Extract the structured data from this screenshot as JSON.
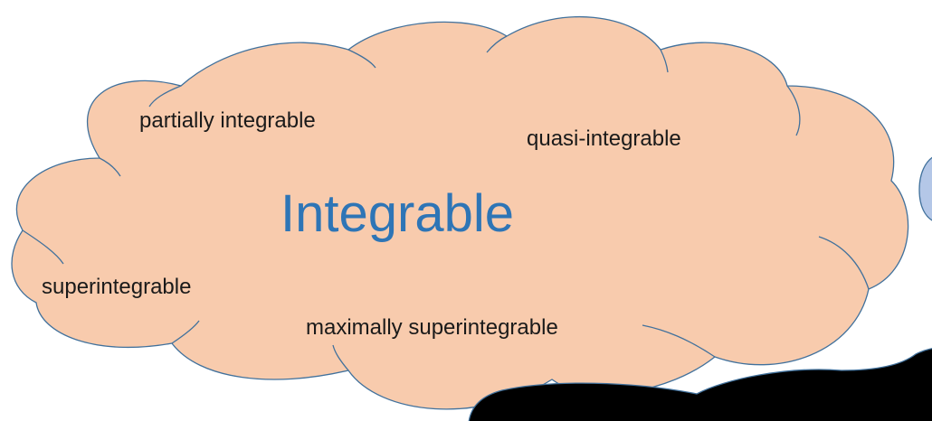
{
  "diagram": {
    "main_cloud": {
      "title": "Integrable",
      "terms": {
        "partially": "partially integrable",
        "quasi": "quasi-integrable",
        "super": "superintegrable",
        "maximally_super": "maximally superintegrable"
      }
    },
    "colors": {
      "main_fill": "#f8cbad",
      "main_stroke": "#41719c",
      "title_text": "#2e75b6",
      "term_text": "#1a1a1a",
      "side_cloud_fill": "#b4c7e7",
      "dark_cloud_fill": "#000000"
    }
  }
}
